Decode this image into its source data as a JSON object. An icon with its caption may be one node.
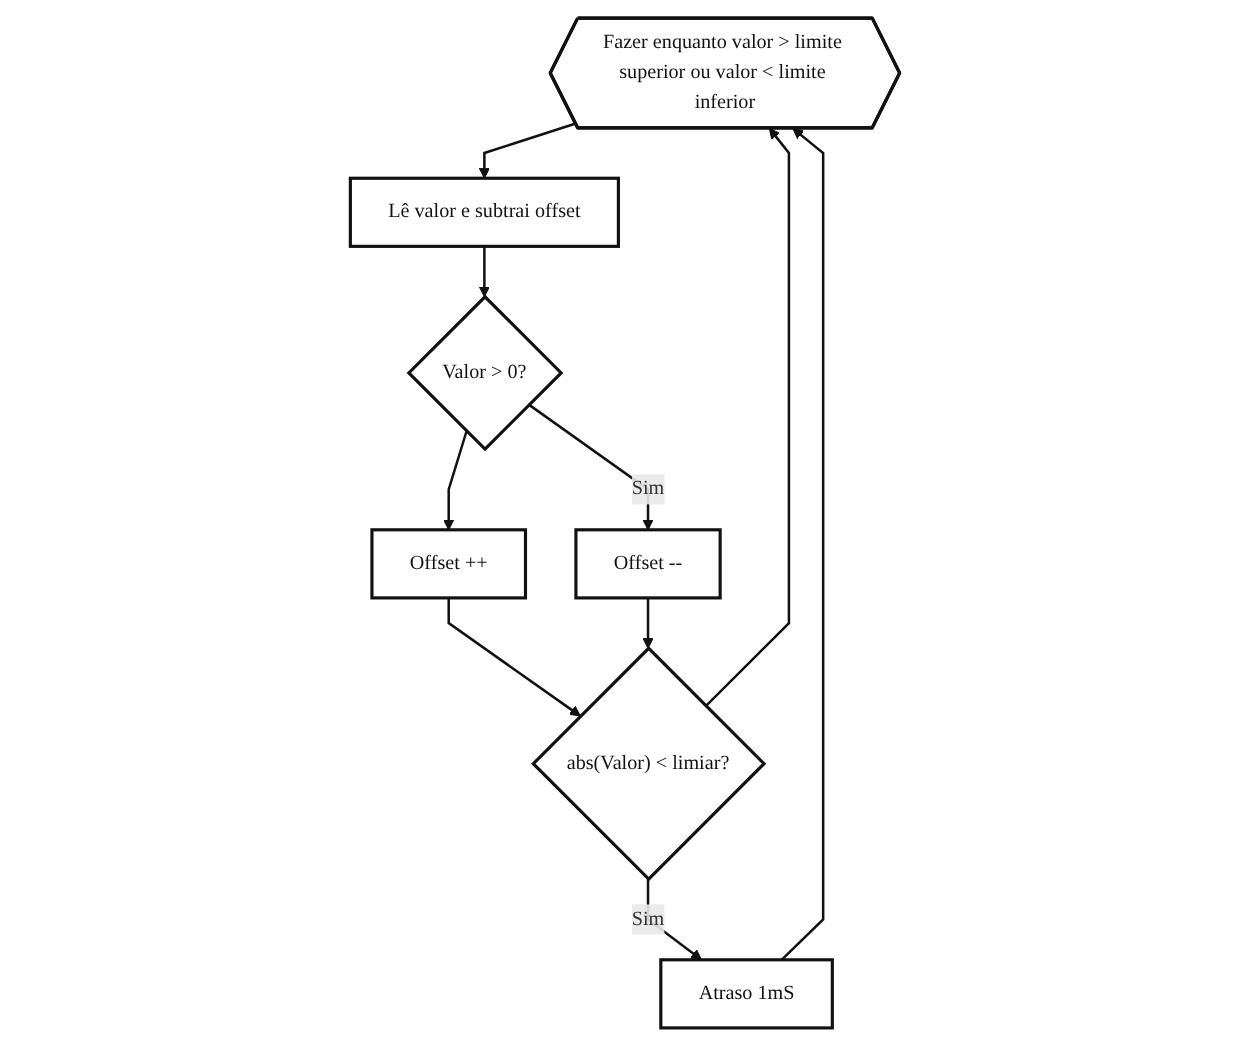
{
  "diagram": {
    "nodes": [
      {
        "text": [
          "Fazer enquanto valor > limite superior ou valor < limite inferior"
        ]
      },
      {
        "text": [
          "Lê valor e subtrai offset"
        ]
      },
      {
        "text": [
          "Valor > 0?"
        ]
      },
      {
        "text": [
          "Offset ++"
        ]
      },
      {
        "text": [
          "Offset --"
        ]
      },
      {
        "text": [
          "abs(Valor) < limiar?"
        ]
      },
      {
        "text": [
          "Atraso 1mS"
        ]
      }
    ],
    "edges": [
      {
        "from": 0,
        "to": 1,
        "arrow": "to"
      },
      {
        "from": 1,
        "to": 2,
        "arrow": "to"
      },
      {
        "from": 2,
        "to": 3,
        "arrow": "to"
      },
      {
        "from": 2,
        "to": 4,
        "label": "Sim",
        "arrow": "to"
      },
      {
        "from": 3,
        "to": 5,
        "arrow": "to"
      },
      {
        "from": 4,
        "to": 5,
        "arrow": "to"
      },
      {
        "from": 5,
        "to": 6,
        "label": "Sim",
        "arrow": "to"
      },
      {
        "from": 6,
        "to": 0,
        "arrow": "to"
      },
      {
        "from": 5,
        "to": 0,
        "arrow": "to"
      }
    ]
  }
}
